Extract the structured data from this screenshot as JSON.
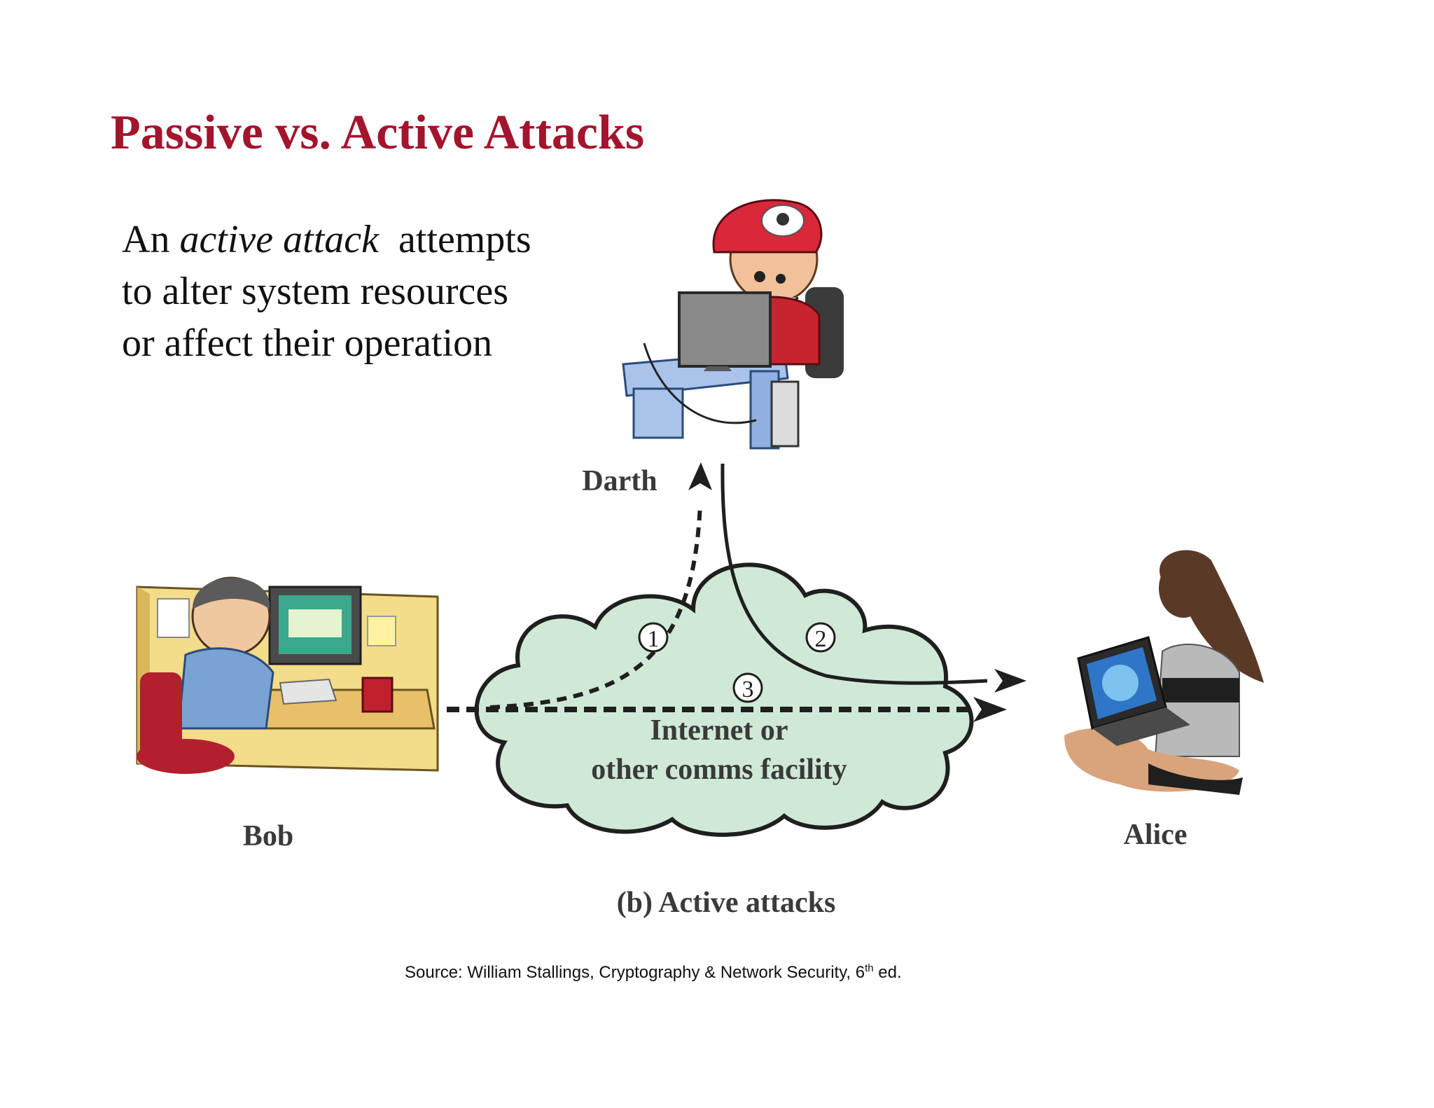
{
  "title": "Passive vs. Active Attacks",
  "description": {
    "prefix": "An",
    "emphasis": "active attack",
    "suffix": "attempts",
    "line2": "to alter system resources",
    "line3": "or affect their operation"
  },
  "diagram": {
    "parties": {
      "darth": "Darth",
      "bob": "Bob",
      "alice": "Alice"
    },
    "network_line1": "Internet or",
    "network_line2": "other comms facility",
    "paths": [
      "1",
      "2",
      "3"
    ],
    "caption": "(b) Active attacks"
  },
  "source": {
    "text": "Source: William Stallings, Cryptography & Network Security, 6",
    "superscript": "th",
    "end": " ed."
  },
  "colors": {
    "title": "#a3142d",
    "cloud_fill": "#cfe9d6"
  }
}
